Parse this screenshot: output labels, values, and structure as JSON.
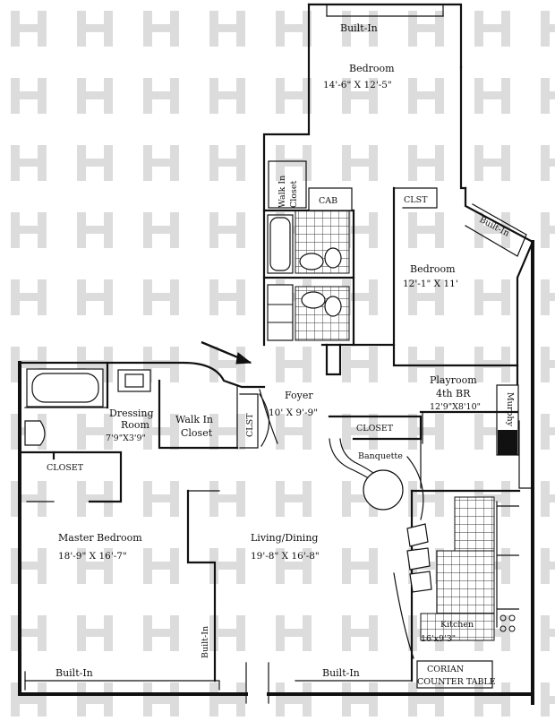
{
  "rooms": {
    "bedroom_top": {
      "name": "Bedroom",
      "dims": "14'-6\" X 12'-5\""
    },
    "bedroom_right": {
      "name": "Bedroom",
      "dims": "12'-1\" X 11'"
    },
    "playroom": {
      "name": "Playroom",
      "alt": "4th BR",
      "dims": "12'9\"X8'10\""
    },
    "foyer": {
      "name": "Foyer",
      "dims": "10' X 9'-9\""
    },
    "dressing_room": {
      "name_line1": "Dressing",
      "name_line2": "Room",
      "dims": "7'9\"X3'9\""
    },
    "walk_in_closet_master": {
      "line1": "Walk In",
      "line2": "Closet"
    },
    "walk_in_closet_top": {
      "line1": "Walk In",
      "line2": "Closet"
    },
    "master_bedroom": {
      "name": "Master Bedroom",
      "dims": "18'-9\" X 16'-7\""
    },
    "living_dining": {
      "name": "Living/Dining",
      "dims": "19'-8\" X 16'-8\""
    },
    "kitchen": {
      "name": "Kitchen",
      "dims": "16'x9'3\""
    }
  },
  "labels": {
    "built_in_top": "Built-In",
    "built_in_right": "Built-In",
    "built_in_master_vertical": "Built-In",
    "built_in_bottom_left": "Built-In",
    "built_in_bottom_center": "Built-In",
    "cab": "CAB",
    "clst_right": "CLST",
    "clst_foyer": "CLST",
    "closet_foyer": "CLOSET",
    "closet_master": "CLOSET",
    "banquette": "Banquette",
    "murphy": "Murphy",
    "corian": "CORIAN",
    "counter_table": "COUNTER TABLE"
  }
}
